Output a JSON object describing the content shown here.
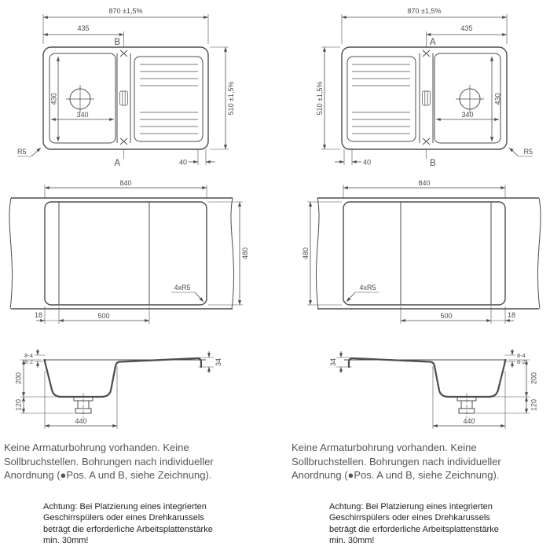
{
  "colors": {
    "background": "#ffffff",
    "line": "#4d4d4d",
    "dim_text": "#4d4d4d",
    "note_text": "#565656",
    "warning_text": "#1f1f1f"
  },
  "dimensions": {
    "top_view": {
      "overall_width": "870 ±1,5%",
      "half_width": "435",
      "overall_depth": "510 ±1,5%",
      "basin_depth": "430",
      "basin_width": "340",
      "hole_offset": "40",
      "corner_radius": "R5"
    },
    "positions": {
      "left_variant": {
        "top": "B",
        "bottom": "A"
      },
      "right_variant": {
        "top": "A",
        "bottom": "B"
      }
    },
    "cutout_view": {
      "width": "840",
      "height": "480",
      "corner_radius": "4xR5",
      "basin_zone_width": "500",
      "edge_offset": "18"
    },
    "section_view": {
      "bowl_depth": "200",
      "drain_clearance": "120",
      "rim_tol_upper": "8-4",
      "rim_tol_lower": "8-2",
      "edge_height": "34",
      "bowl_width": "440"
    }
  },
  "notes": {
    "main": "Keine Armaturbohrung vorhanden. Keine Sollbruchstellen. Bohrungen nach individueller Anordnung (●Pos. A und B, siehe Zeichnung).",
    "warning": "Achtung: Bei Platzierung eines integrierten Geschirrspülers oder eines Drehkarussels beträgt die erforderliche Arbeitsplattenstärke min. 30mm!"
  }
}
